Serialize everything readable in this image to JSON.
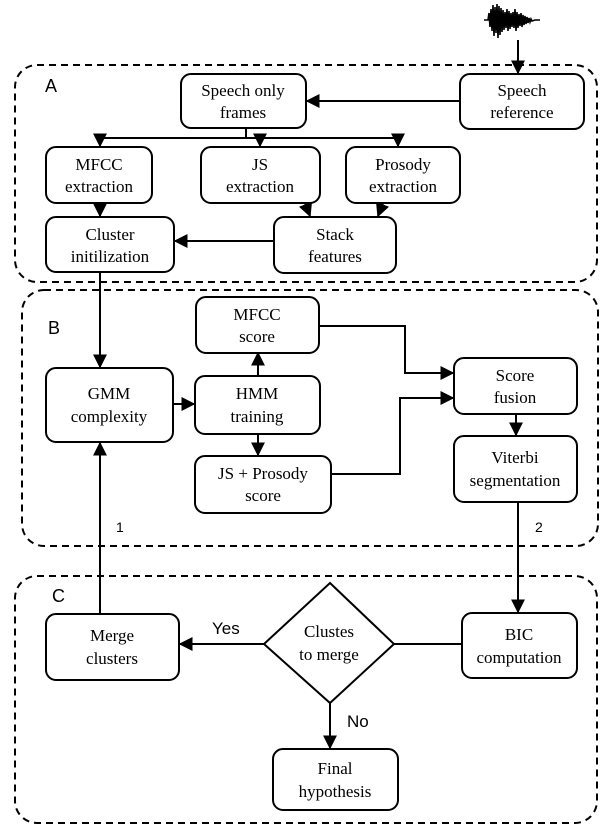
{
  "regions": {
    "a": "A",
    "b": "B",
    "c": "C"
  },
  "nodes": {
    "speech_reference": [
      "Speech",
      "reference"
    ],
    "speech_only_frames": [
      "Speech only",
      "frames"
    ],
    "mfcc_extraction": [
      "MFCC",
      "extraction"
    ],
    "js_extraction": [
      "JS",
      "extraction"
    ],
    "prosody_extraction": [
      "Prosody",
      "extraction"
    ],
    "cluster_initialization": [
      "Cluster",
      "initilization"
    ],
    "stack_features": [
      "Stack",
      "features"
    ],
    "mfcc_score": [
      "MFCC",
      "score"
    ],
    "gmm_complexity": [
      "GMM",
      "complexity"
    ],
    "hmm_training": [
      "HMM",
      "training"
    ],
    "js_prosody_score": [
      "JS + Prosody",
      "score"
    ],
    "score_fusion": [
      "Score",
      "fusion"
    ],
    "viterbi_segmentation": [
      "Viterbi",
      "segmentation"
    ],
    "merge_clusters": [
      "Merge",
      "clusters"
    ],
    "clusters_to_merge": [
      "Clustes",
      "to merge"
    ],
    "bic_computation": [
      "BIC",
      "computation"
    ],
    "final_hypothesis": [
      "Final",
      "hypothesis"
    ]
  },
  "edge_labels": {
    "yes": "Yes",
    "no": "No",
    "loop_1": "1",
    "loop_2": "2"
  },
  "colors": {
    "stroke": "#000000",
    "background": "#ffffff"
  }
}
